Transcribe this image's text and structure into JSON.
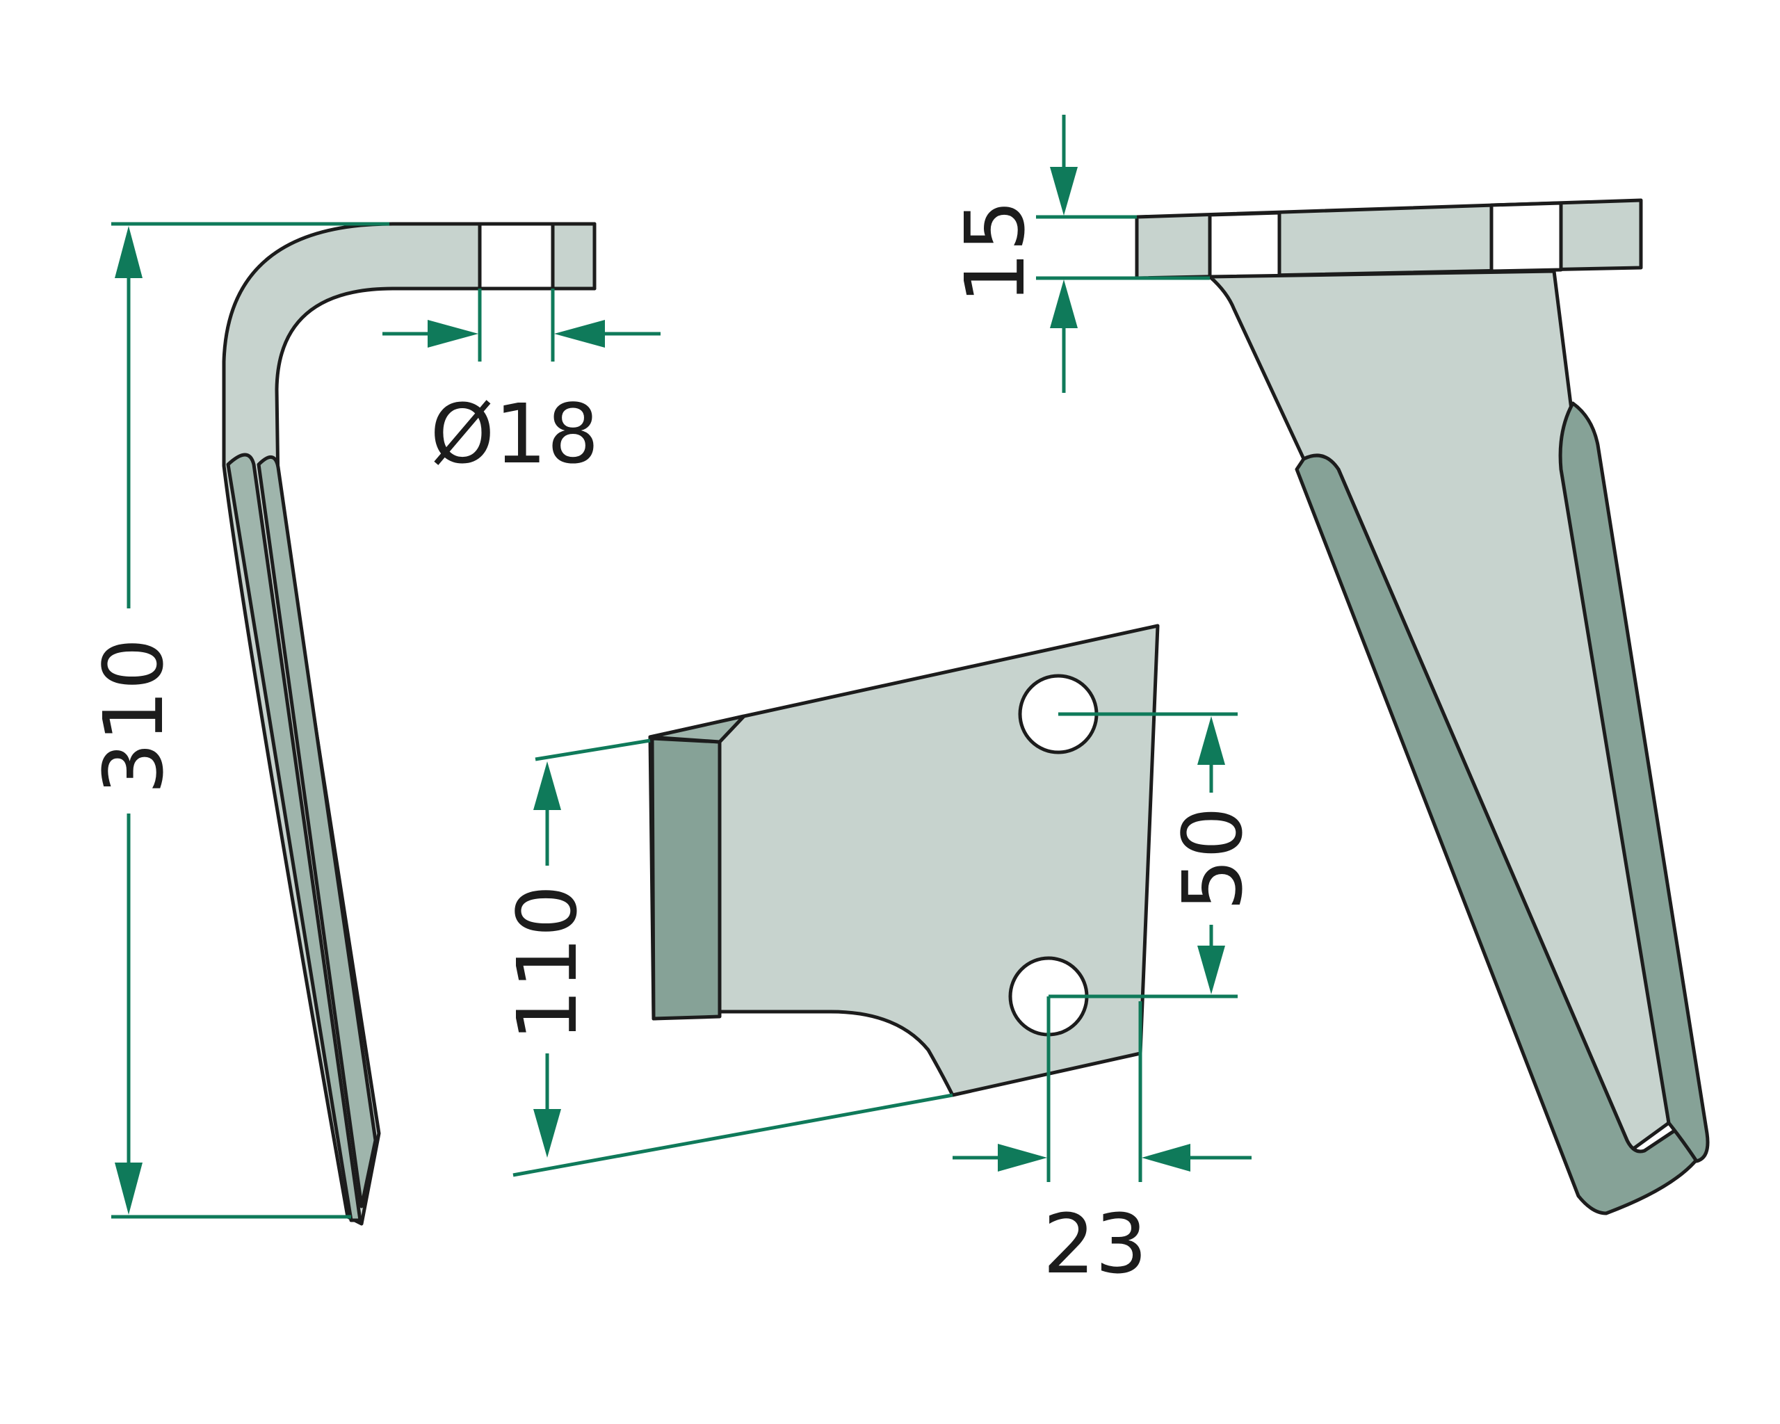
{
  "dimensions": {
    "tine_length": "310",
    "hole_diameter": "Ø18",
    "mount_thickness": "15",
    "blade_width": "110",
    "hole_spacing": "50",
    "hole_edge_offset": "23"
  },
  "colors": {
    "dimension_line": "#0f7a5a",
    "outline": "#1c1c1c",
    "steel_light": "#c7d3ce",
    "steel_mid": "#9fb5ac",
    "steel_dark": "#86a297"
  }
}
